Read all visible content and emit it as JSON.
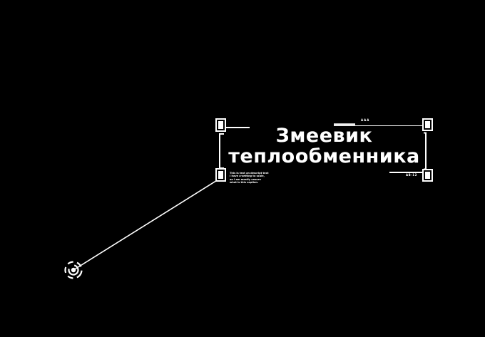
{
  "canvas": {
    "background_color": "#000000",
    "accent_color": "#ffffff"
  },
  "annotation": {
    "title_line1": "Змеевик",
    "title_line2": "теплообменника",
    "micro_top": "AAA",
    "micro_code": "AB-12",
    "description_lines": [
      "This is text an descript text",
      "I have a-setting to scale,",
      "an i am mostly unsure",
      "what is this caption."
    ]
  }
}
